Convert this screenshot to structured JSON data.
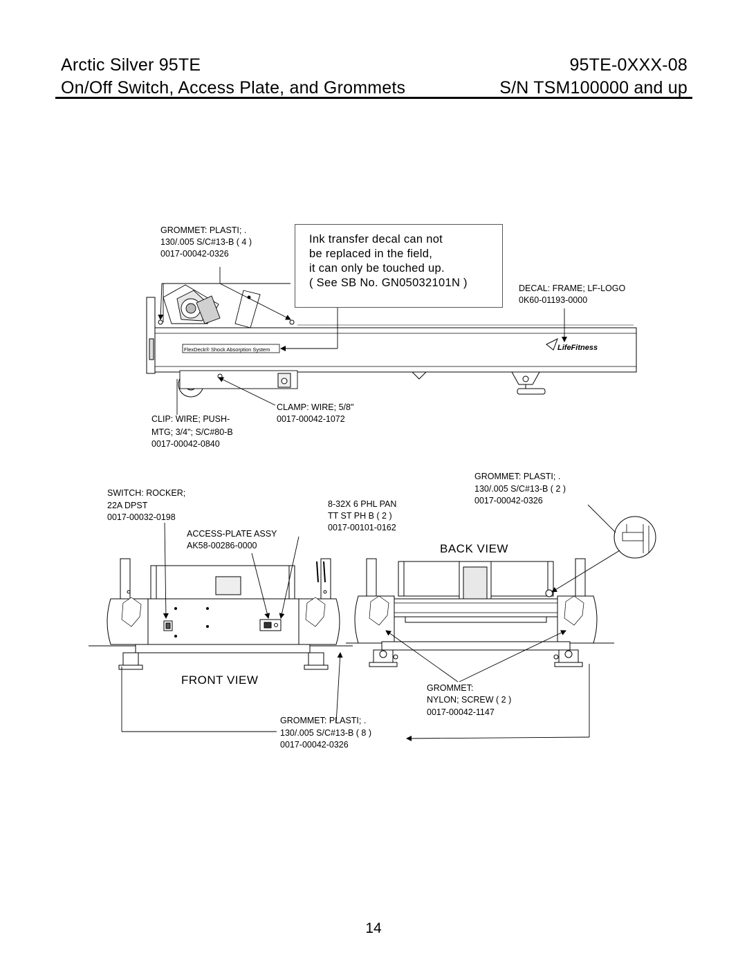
{
  "header": {
    "product": "Arctic Silver 95TE",
    "model": "95TE-0XXX-08",
    "section": "On/Off Switch, Access Plate, and Grommets",
    "serial": "S/N TSM100000 and up"
  },
  "note": {
    "lines": [
      "Ink transfer decal can not",
      "be replaced in the field,",
      "it can only be touched up.",
      "( See SB No. GN05032101N )"
    ]
  },
  "side_view": {
    "decal_text": "FlexDeck® Shock Absorption System",
    "logo_text": "LifeFitness",
    "callouts": {
      "grommet_top": [
        "GROMMET: PLASTI; .",
        "130/.005 S/C#13-B ( 4 )",
        "0017-00042-0326"
      ],
      "decal_frame": [
        "DECAL: FRAME; LF-LOGO",
        "0K60-01193-0000"
      ],
      "clamp_wire": [
        "CLAMP: WIRE; 5/8\"",
        "0017-00042-1072"
      ],
      "clip_wire": [
        "CLIP: WIRE; PUSH-",
        "MTG;  3/4\"; S/C#80-B",
        "0017-00042-0840"
      ]
    }
  },
  "lower_views": {
    "front_label": "FRONT VIEW",
    "back_label": "BACK VIEW",
    "callouts": {
      "switch_rocker": [
        "SWITCH: ROCKER;",
        "22A DPST",
        "0017-00032-0198"
      ],
      "access_plate": [
        "ACCESS-PLATE ASSY",
        "AK58-00286-0000"
      ],
      "screw_pan": [
        "8-32X 6 PHL PAN",
        "TT ST PH B ( 2 )",
        "0017-00101-0162"
      ],
      "grommet_back": [
        "GROMMET: PLASTI; .",
        "130/.005 S/C#13-B ( 2 )",
        "0017-00042-0326"
      ],
      "grommet_nylon": [
        "GROMMET:",
        "NYLON; SCREW ( 2 )",
        "0017-00042-1147"
      ],
      "grommet_bottom": [
        "GROMMET: PLASTI; .",
        "130/.005 S/C#13-B ( 8 )",
        "0017-00042-0326"
      ]
    }
  },
  "page_number": "14"
}
